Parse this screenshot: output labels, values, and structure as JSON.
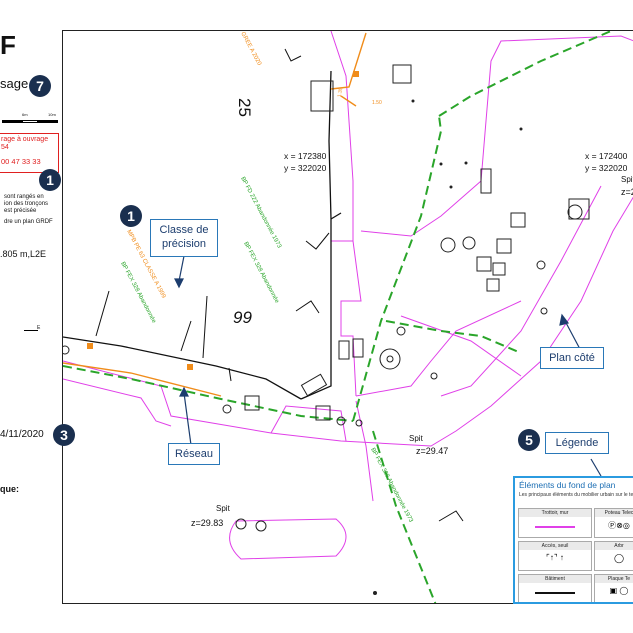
{
  "left_panel": {
    "heading_fragment": "F",
    "section_title": "sage",
    "scale_labels": [
      "6m",
      "10m"
    ],
    "alert_line1": "rage à ouvrage",
    "alert_line2": "54",
    "alert_phone": "00 47 33 33",
    "note_lines": [
      "sont rangés en",
      "ion des tronçons",
      "est précisée",
      "dre un plan GRDF"
    ],
    "measure": ".805 m,L2E",
    "arrow_mark": "E",
    "date": "4/11/2020",
    "last_label": "que:"
  },
  "callouts": {
    "classe_precision": "Classe de précision",
    "reseau": "Réseau",
    "plan_cote": "Plan côté",
    "legende": "Légende"
  },
  "badges": {
    "b7": "7",
    "b1_left": "1",
    "b1_map": "1",
    "b3": "3",
    "b5": "5"
  },
  "map": {
    "parcel_25": "25",
    "parcel_99": "99",
    "coord1_x": "x = 172380",
    "coord1_y": "y = 322020",
    "coord2_x": "x = 172400",
    "coord2_y": "y = 322020",
    "spit_label": "Spit",
    "z_left": "z=29.83",
    "z_mid": "z=29.47",
    "z_right_partial": "z=2",
    "pipe_top": "GREE A 2020",
    "pipe_mpb": "MPB PE 63 CLASSE A 1999",
    "pipe_bpfex_left": "BP FEX 328 Abandonnée",
    "pipe_bpfd": "BP FD 222 Abandonnée 1973",
    "pipe_bpfex_mid": "BP FEX 328 Abandonnée",
    "pipe_bpfex_bottom": "BP FEX 328 Abandonnée 1973",
    "dim_1": "1.50",
    "dim_2": "1.35"
  },
  "legend": {
    "title": "Éléments du fond de plan",
    "subtitle": "Les principaux éléments du mobilier urbain sur le terrain sont",
    "cells": [
      "Trottoir, mur",
      "Poteau Telec",
      "Accès, seuil",
      "Arbr",
      "Bâtiment",
      "Plaque Te"
    ]
  },
  "colors": {
    "pink_lines": "#e040e8",
    "green_pipe": "#2aa52a",
    "orange_pipe": "#f08c1a",
    "badge_bg": "#1a2f4f",
    "callout_border": "#2a78b8",
    "legend_border": "#2b9be0",
    "alert_red": "#e02020"
  }
}
